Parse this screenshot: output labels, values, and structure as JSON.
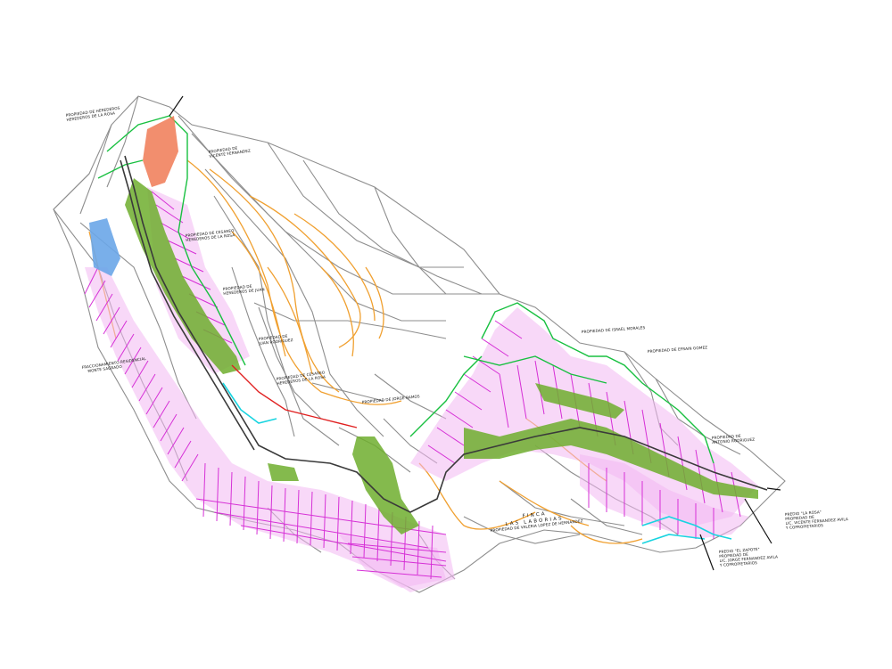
{
  "plan": {
    "labels": [
      {
        "id": "propiedad-herederos-1",
        "lines": [
          "PROPIEDAD DE HEREDEROS",
          "HEREDEROS DE LA ROSA"
        ]
      },
      {
        "id": "propiedad-vicente",
        "lines": [
          "PROPIEDAD DE",
          "VICENTE FERNANDEZ"
        ]
      },
      {
        "id": "propiedad-cesareo",
        "lines": [
          "PROPIEDAD DE CESAREO",
          "HEREDEROS DE LA ROSA"
        ]
      },
      {
        "id": "propiedad-herederos-2",
        "lines": [
          "PROPIEDAD DE",
          "HEREDEROS DE JUAN"
        ]
      },
      {
        "id": "propiedad-de",
        "lines": [
          "PROPIEDAD DE",
          "JUAN RODRIGUEZ"
        ]
      },
      {
        "id": "fraccionamiento",
        "lines": [
          "FRACCIONAMIENTO RESIDENCIAL",
          "MONTE SAGRADO"
        ]
      },
      {
        "id": "propiedad-cesareo-2",
        "lines": [
          "PROPIEDAD DE CESAREO",
          "HEREDEROS DE LA ROSA"
        ]
      },
      {
        "id": "propiedad-jorge",
        "lines": [
          "PROPIEDAD DE JORGE RAMOS"
        ]
      },
      {
        "id": "propiedad-israel",
        "lines": [
          "PROPIEDAD DE ISRAEL MORALES"
        ]
      },
      {
        "id": "propiedad-efrain",
        "lines": [
          "PROPIEDAD DE EFRAIN GOMEZ"
        ]
      },
      {
        "id": "propiedad-antonio",
        "lines": [
          "PROPIEDAD DE",
          "ANTONIO RODRIGUEZ"
        ]
      },
      {
        "id": "predio-la-rosa",
        "lines": [
          "PREDIO \"LA ROSA\"",
          "PROPIEDAD DE",
          "LIC. VICENTE FERNANDEZ AVILA",
          "Y COPROPIETARIOS"
        ]
      },
      {
        "id": "predio-el-zapote",
        "lines": [
          "PREDIO \"EL ZAPOTE\"",
          "PROPIEDAD DE",
          "LIC. JORGE FERNANDEZ AVILA",
          "Y COPROPIETARIOS"
        ]
      },
      {
        "id": "propiedad-valeria",
        "lines": [
          "PROPIEDAD DE VALERIA LOPEZ DE HERNANDEZ"
        ]
      }
    ],
    "finca_title": [
      "FINCA",
      "LAS LABORIAS"
    ]
  }
}
